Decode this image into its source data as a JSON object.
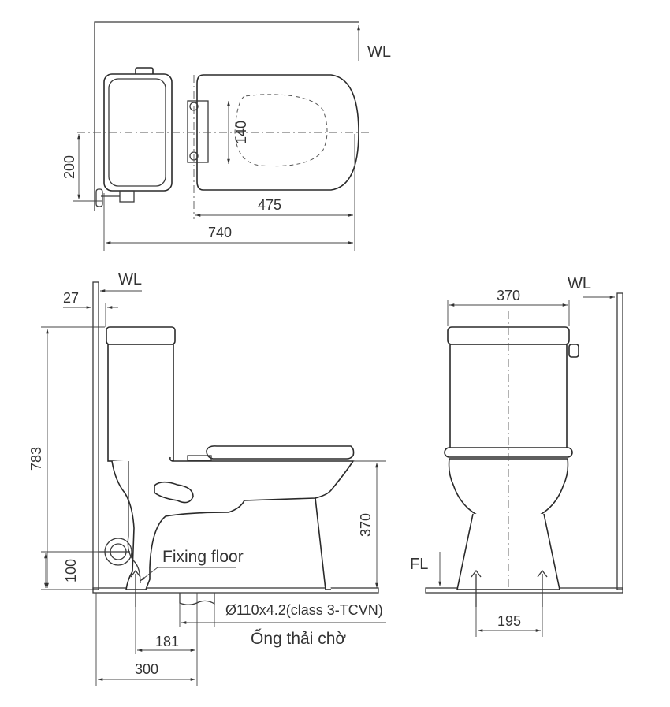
{
  "top_view": {
    "wall_label": "WL",
    "dims": {
      "tank_offset": "200",
      "seat_hole": "140",
      "bowl_length": "475",
      "total_length": "740"
    }
  },
  "side_view": {
    "wall_label": "WL",
    "dims": {
      "wall_gap": "27",
      "total_height": "783",
      "seat_height": "370",
      "inlet_height": "100",
      "fixing_distance": "181",
      "outlet_distance": "300"
    },
    "notes": {
      "fixing": "Fixing floor",
      "pipe_spec": "Ø110x4.2(class 3-TCVN)",
      "pipe_name": "Ống thải chờ"
    }
  },
  "front_view": {
    "wall_label": "WL",
    "floor_label": "FL",
    "dims": {
      "width": "370",
      "bolt_spacing": "195"
    }
  }
}
